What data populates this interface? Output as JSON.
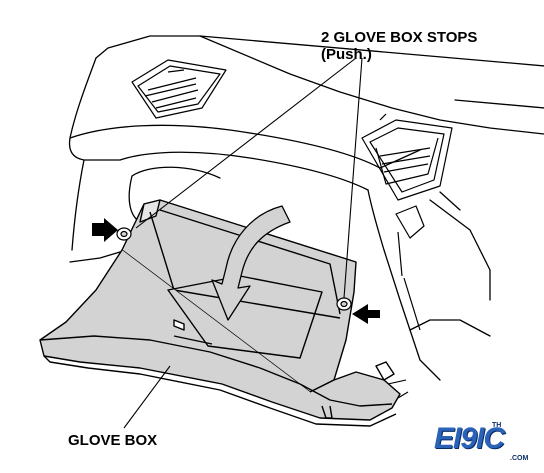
{
  "labels": {
    "stops_line1": "2 GLOVE BOX STOPS",
    "stops_line2": "(Push.)",
    "glove_box": "GLOVE BOX"
  },
  "logo": {
    "text": "EI9IC",
    "superscript": "TH",
    "suffix": ".COM",
    "color_primary": "#2a62b8",
    "color_dark": "#0b2c66"
  },
  "colors": {
    "line": "#000000",
    "fill_box": "#d3d3d3",
    "fill_dash": "#ffffff"
  },
  "icons": [
    "push-arrow-icon",
    "rotation-arrow-icon",
    "vent-icon"
  ]
}
